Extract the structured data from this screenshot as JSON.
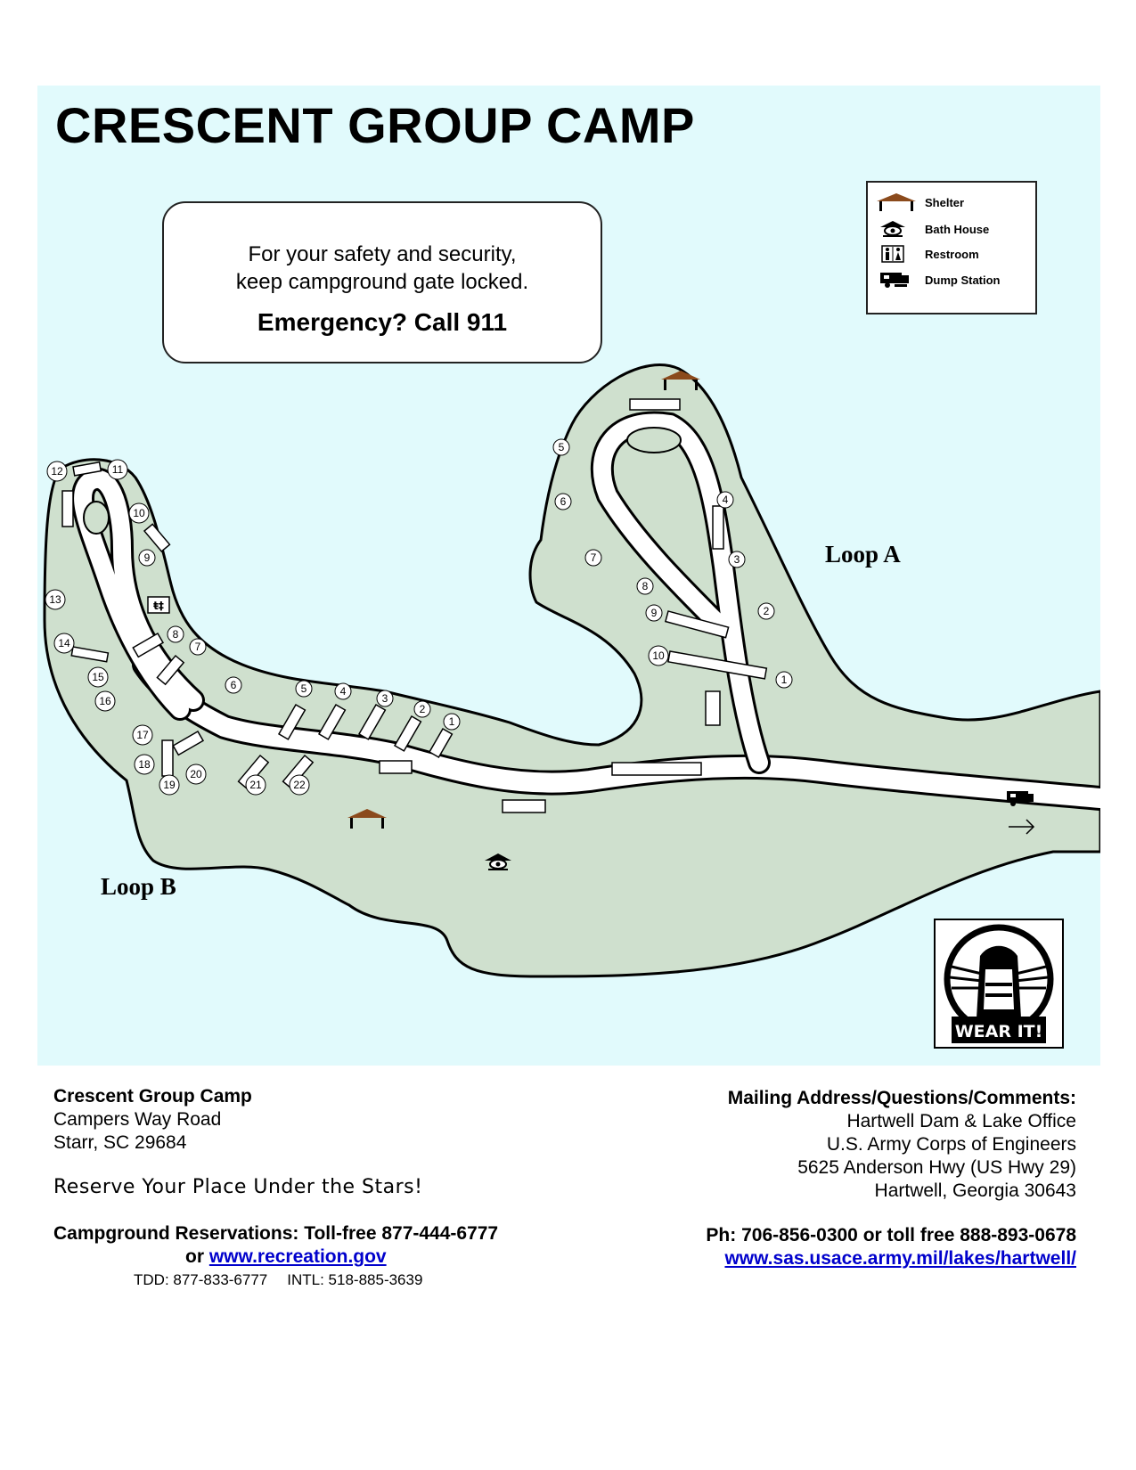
{
  "title": "CRESCENT GROUP CAMP",
  "notice": {
    "line1": "For your safety and security,",
    "line2": "keep campground gate locked.",
    "emergency": "Emergency?  Call 911"
  },
  "legend": [
    {
      "icon": "shelter-icon",
      "label": "Shelter"
    },
    {
      "icon": "bath-house-icon",
      "label": "Bath House"
    },
    {
      "icon": "restroom-icon",
      "label": "Restroom"
    },
    {
      "icon": "dump-station-icon",
      "label": "Dump Station"
    }
  ],
  "loops": {
    "a": "Loop A",
    "b": "Loop B"
  },
  "sites_loop_a": [
    "1",
    "2",
    "3",
    "4",
    "5",
    "6",
    "7",
    "8",
    "9",
    "10"
  ],
  "sites_loop_b": [
    "1",
    "2",
    "3",
    "4",
    "5",
    "6",
    "7",
    "8",
    "9",
    "10",
    "11",
    "12",
    "13",
    "14",
    "15",
    "16",
    "17",
    "18",
    "19",
    "20",
    "21",
    "22"
  ],
  "badge": {
    "text": "WEAR IT!"
  },
  "colors": {
    "water": "#e1fafc",
    "land": "#cfe0ce",
    "shelter": "#8b4a1c"
  },
  "footer_left": {
    "name": "Crescent Group Camp",
    "street": "Campers Way Road",
    "city": "Starr, SC  29684",
    "slogan": "Reserve Your Place Under the Stars!",
    "reservations_label": "Campground Reservations:  Toll-free 877-444-6777",
    "or": "or ",
    "website": "www.recreation.gov",
    "tdd": "TDD:  877-833-6777",
    "intl": "INTL:  518-885-3639"
  },
  "footer_right": {
    "heading": "Mailing Address/Questions/Comments:",
    "line1": "Hartwell Dam & Lake Office",
    "line2": "U.S. Army Corps of Engineers",
    "line3": "5625 Anderson Hwy (US Hwy 29)",
    "line4": "Hartwell, Georgia  30643",
    "phone": "Ph:  706-856-0300 or toll free 888-893-0678",
    "website": "www.sas.usace.army.mil/lakes/hartwell/"
  }
}
